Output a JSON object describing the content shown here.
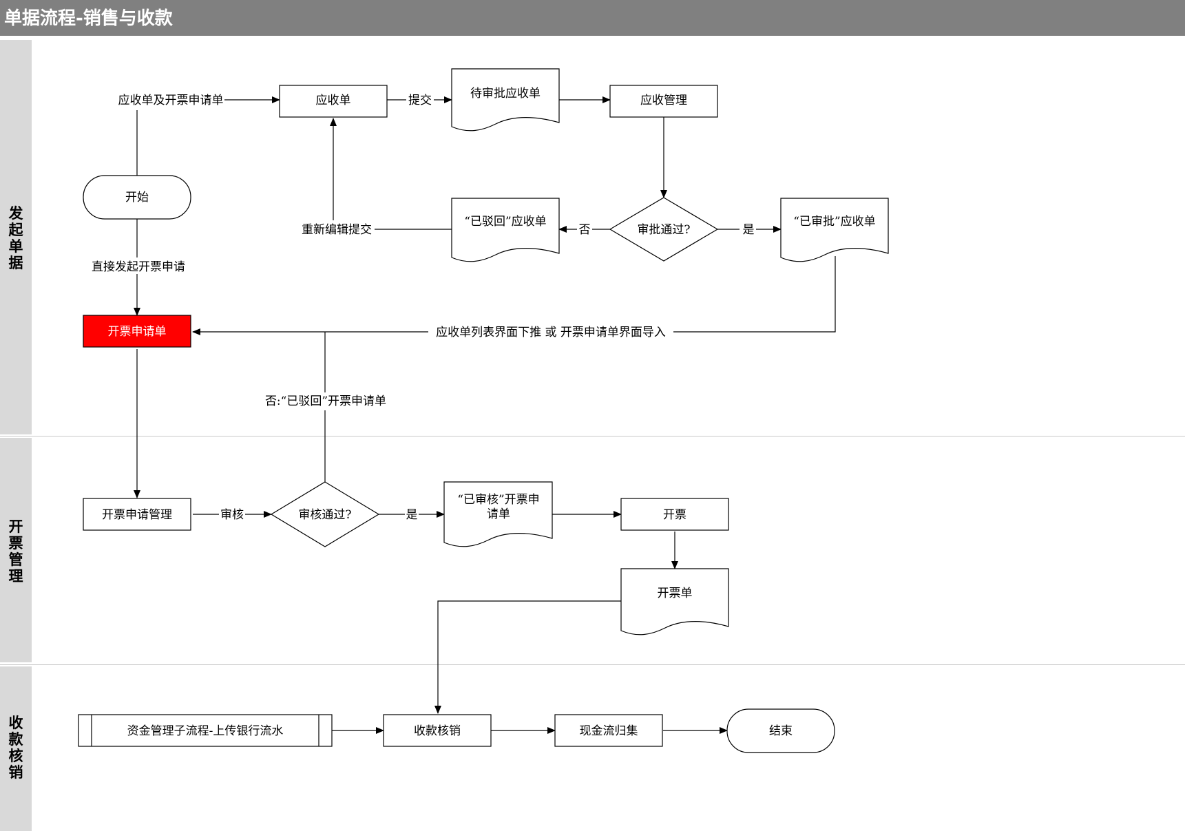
{
  "title": "单据流程-销售与收款",
  "lanes": {
    "lane1": "发起单据",
    "lane2": "开票管理",
    "lane3": "收款核销"
  },
  "nodes": {
    "ar_doc": "应收单",
    "pending_ar": "待审批应收单",
    "ar_mgmt": "应收管理",
    "start": "开始",
    "rejected_ar": "“已驳回”应收单",
    "approve_q": "审批通过?",
    "approved_ar": "“已审批”应收单",
    "invoice_req": "开票申请单",
    "invoice_mgmt": "开票申请管理",
    "review_q": "审核通过?",
    "reviewed_req_line1": "“已审核”开票申",
    "reviewed_req_line2": "请单",
    "issue_invoice": "开票",
    "invoice": "开票单",
    "fund_sub": "资金管理子流程-上传银行流水",
    "writeoff": "收款核销",
    "cash_flow": "现金流归集",
    "end": "结束"
  },
  "edges": {
    "ar_and_invoice_req": "应收单及开票申请单",
    "submit": "提交",
    "resubmit": "重新编辑提交",
    "no": "否",
    "yes": "是",
    "direct_invoice": "直接发起开票申请",
    "push_down": "应收单列表界面下推  或  开票申请单界面导入",
    "rejected_invoice": "否:“已驳回”开票申请单",
    "review": "审核",
    "yes2": "是"
  },
  "colors": {
    "highlight": "#ff0000",
    "title_bg": "#808080",
    "lane_bg": "#d9d9d9"
  }
}
